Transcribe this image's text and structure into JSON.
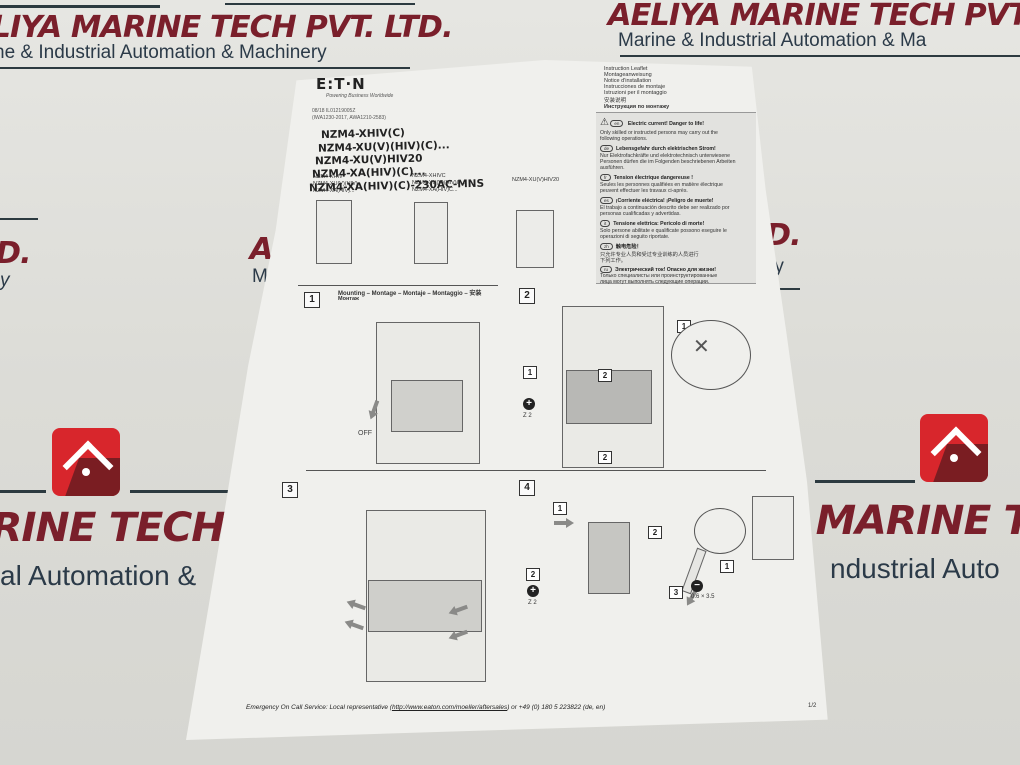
{
  "backdrop": {
    "company_name_top_left": "LIYA MARINE TECH PVT. LTD.",
    "tagline_top_left": "ne & Industrial Automation & Machinery",
    "company_name_top_right": "AELIYA MARINE TECH PVT.",
    "tagline_top_right": "Marine & Industrial Automation & Ma",
    "fragment_left_mid_title": "D.",
    "fragment_left_mid_sub": "y",
    "fragment_center_mid_title": "A",
    "fragment_center_mid_sub": "M",
    "fragment_right_mid_title": "D.",
    "fragment_right_mid_sub": "ry",
    "company_name_bottom_left": "RINE TECH PV",
    "tagline_bottom_left": "al Automation &",
    "company_name_bottom_right": "MARINE TE",
    "tagline_bottom_right": "ndustrial Auto",
    "brand_colors": {
      "title": "#7a1f2b",
      "tagline": "#2b3a48",
      "logo_red": "#d8262c",
      "logo_dark": "#7a1d22"
    }
  },
  "leaflet": {
    "brand": "E:T·N",
    "brand_tagline": "Powering Business Worldwide",
    "doc_number": "08/18 IL01219005Z",
    "standards": "(IWA1230-2017, AWA1210-2583)",
    "models": [
      "NZM4-XHIV(C)",
      "NZM4-XU(V)(HIV)(C)...",
      "NZM4-XU(V)HIV20",
      "NZM4-XA(HIV)(C)...",
      "NZM4-XA(HIV)(C)-230AC-MNS"
    ],
    "variant_labels": [
      {
        "lines": [
          "NZM4-XHIV",
          "NZM4-XU(V)(HIV)",
          "NZM4-XA(HIV)..."
        ]
      },
      {
        "lines": [
          "NZM4-XHIVC",
          "NZM4-XU(V)(HIV)C...",
          "NZM4-XA(HIV)C..."
        ]
      },
      {
        "lines": [
          "NZM4-XU(V)HIV20"
        ]
      }
    ],
    "doc_types": [
      "Instruction Leaflet",
      "Montageanweisung",
      "Notice d'installation",
      "Instrucciones de montaje",
      "Istruzioni per il montaggio",
      "安装说明",
      "Инструкция по монтажу"
    ],
    "warnings": [
      {
        "lang": "en",
        "head": "Electric current! Danger to life!",
        "body": [
          "Only skilled or instructed persons may carry out the",
          "following operations."
        ]
      },
      {
        "lang": "de",
        "head": "Lebensgefahr durch elektrischen Strom!",
        "body": [
          "Nur Elektrofachkräfte und elektrotechnisch unterwiesene",
          "Personen dürfen die im Folgenden beschriebenen Arbeiten",
          "ausführen."
        ]
      },
      {
        "lang": "fr",
        "head": "Tension électrique dangereuse !",
        "body": [
          "Seules les personnes qualifiées en matière électrique",
          "peuvent effectuer les travaux ci-après."
        ]
      },
      {
        "lang": "es",
        "head": "¡Corriente eléctrica! ¡Peligro de muerte!",
        "body": [
          "El trabajo a continuación descrito debe ser realizado por",
          "personas cualificadas y advertidas."
        ]
      },
      {
        "lang": "it",
        "head": "Tensione elettrica: Pericolo di morte!",
        "body": [
          "Solo persone abilitate e qualificate possono eseguire le",
          "operazioni di seguito riportate."
        ]
      },
      {
        "lang": "zh",
        "head": "触电危险！",
        "body": [
          "只允许专业人员和受过专业训练的人员进行",
          "下列工作。"
        ]
      },
      {
        "lang": "ru",
        "head": "Электрический ток! Опасно для жизни!",
        "body": [
          "Только специалисты или проинструктированные",
          "лица могут выполнять следующие операции."
        ]
      }
    ],
    "steps": {
      "step1": {
        "number": "1",
        "title": "Mounting – Montage – Montaje – Montaggio – 安装",
        "title_ru": "Монтаж",
        "off_label": "OFF"
      },
      "step2": {
        "number": "2",
        "callouts": [
          "1",
          "2",
          "1",
          "2"
        ],
        "screwdriver": "Z 2"
      },
      "step3": {
        "number": "3"
      },
      "step4": {
        "number": "4",
        "callouts": [
          "1",
          "2",
          "2",
          "1",
          "3"
        ],
        "screwdriver_pz": "Z 2",
        "screwdriver_flat": "0.6 × 3.5"
      }
    },
    "footer": {
      "emergency_text": "Emergency On Call Service: Local representative (",
      "link": "http://www.eaton.com/moeller/aftersales",
      "phone_text": ") or +49 (0) 180 5 223822 (de, en)",
      "page": "1/2"
    }
  }
}
